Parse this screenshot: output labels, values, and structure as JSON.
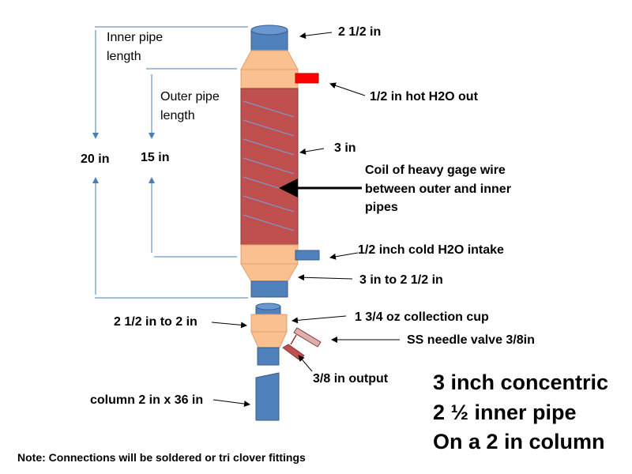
{
  "labels": {
    "inner_pipe_length_1": "Inner pipe",
    "inner_pipe_length_2": "length",
    "outer_pipe_length_1": "Outer pipe",
    "outer_pipe_length_2": "length",
    "dim_20": "20 in",
    "dim_15": "15 in",
    "top_cap": "2 1/2 in",
    "hot_out": "1/2 in hot H2O out",
    "body_dia": "3 in",
    "coil_1": "Coil of heavy gage wire",
    "coil_2": "between outer and inner",
    "coil_3": "pipes",
    "cold_in": "1/2 inch cold H2O intake",
    "reducer": "3 in to 2 1/2 in",
    "cup": "1 3/4 oz collection cup",
    "reducer2": "2 1/2 in to 2 in",
    "valve": "SS needle valve 3/8in",
    "output": "3/8 in output",
    "column": "column 2 in x 36 in",
    "summary_1": "3 inch concentric",
    "summary_2": "2 ½ inner pipe",
    "summary_3": "On a 2 in column",
    "note": "Note: Connections will be soldered or tri clover fittings"
  },
  "colors": {
    "pipe_blue": "#4f81bd",
    "pipe_blue_dark": "#385d8a",
    "fitting_tan": "#fac090",
    "jacket_red": "#c0504d",
    "hot_red": "#ff0000",
    "line_blue": "#4a7ebb",
    "coil_blue": "#8093c8"
  }
}
